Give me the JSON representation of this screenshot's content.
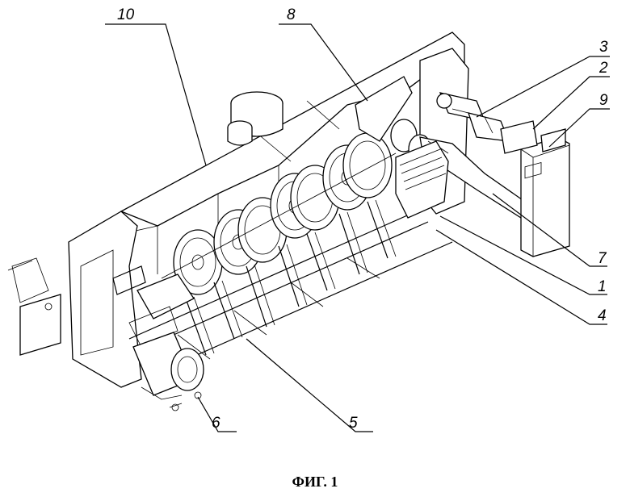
{
  "figure": {
    "caption": "ФИГ. 1",
    "callouts": [
      {
        "id": "10",
        "text": "10"
      },
      {
        "id": "8",
        "text": "8"
      },
      {
        "id": "3",
        "text": "3"
      },
      {
        "id": "2",
        "text": "2"
      },
      {
        "id": "9",
        "text": "9"
      },
      {
        "id": "7",
        "text": "7"
      },
      {
        "id": "1",
        "text": "1"
      },
      {
        "id": "4",
        "text": "4"
      },
      {
        "id": "5",
        "text": "5"
      },
      {
        "id": "6",
        "text": "6"
      }
    ]
  }
}
